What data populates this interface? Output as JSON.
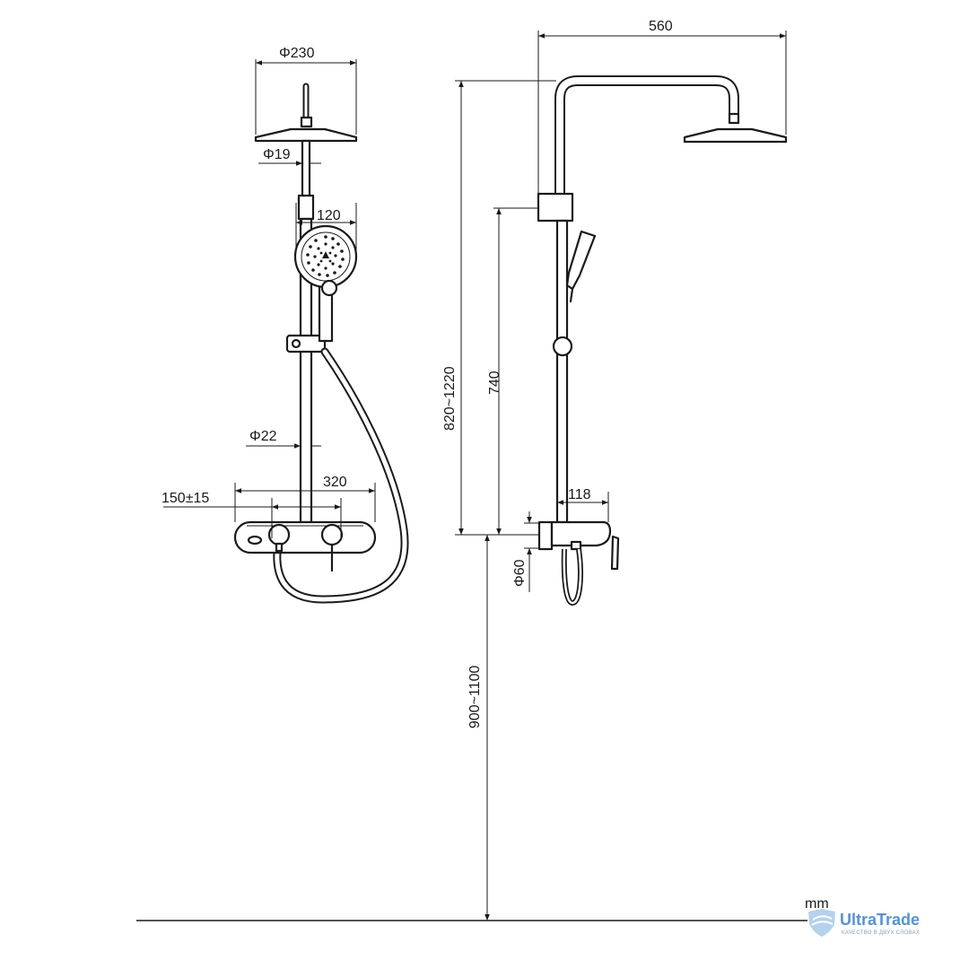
{
  "dimensions": {
    "head_diameter": "Φ230",
    "upper_pipe_diameter": "Φ19",
    "hand_shower_width": "120",
    "lower_pipe_diameter": "Φ22",
    "mixer_width": "320",
    "inlet_spacing": "150±15",
    "arm_reach": "560",
    "column_height": "820~1220",
    "holder_height": "740",
    "mixer_depth": "118",
    "escutcheon_diameter": "Φ60",
    "install_height": "900~1100"
  },
  "unit": "mm",
  "brand": {
    "name": "UltraTrade",
    "tagline": "КАЧЕСТВО В ДВУХ СЛОВАХ",
    "icon": "shield-logo-icon"
  },
  "colors": {
    "line": "#1a1a1a",
    "background": "#ffffff",
    "brand": "#3a7fc8"
  }
}
